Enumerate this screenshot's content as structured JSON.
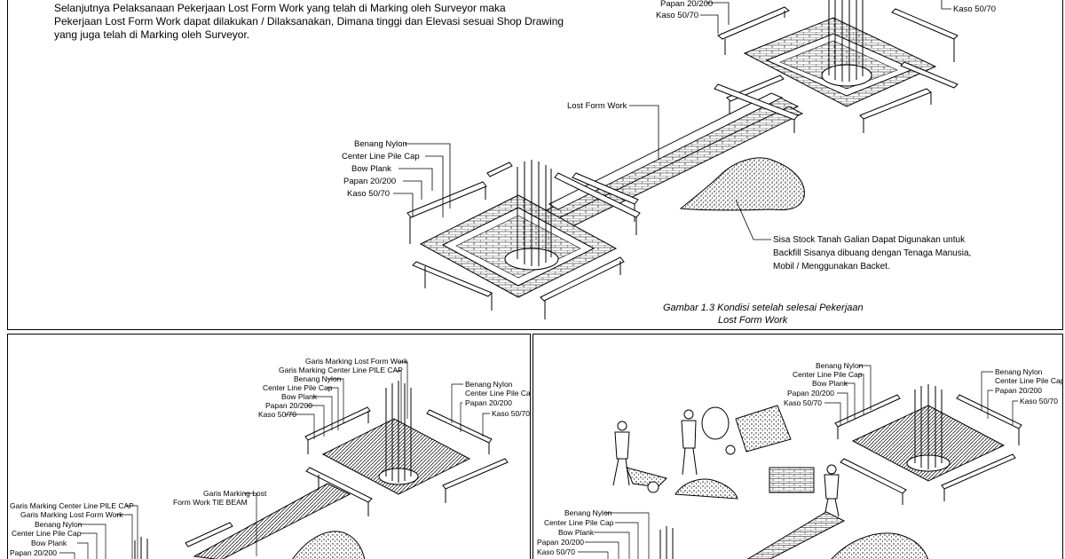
{
  "intro": {
    "line1": "Selanjutnya Pelaksanaan Pekerjaan Lost Form Work yang telah di Marking oleh Surveyor maka",
    "line2": "Pekerjaan Lost Form Work dapat dilakukan / Dilaksanakan, Dimana tinggi dan Elevasi sesuai Shop Drawing",
    "line3": "yang juga telah di Marking oleh Surveyor."
  },
  "top": {
    "tr_labels": [
      "Papan 20/200",
      "Kaso 50/70"
    ],
    "tr_right_label": "Kaso 50/70",
    "lost_form_work": "Lost Form Work",
    "left_labels": [
      "Benang Nylon",
      "Center Line Pile Cap",
      "Bow Plank",
      "Papan 20/200",
      "Kaso 50/70"
    ],
    "soil_note": [
      "Sisa Stock Tanah Galian Dapat Digunakan untuk",
      "Backfill Sisanya dibuang dengan Tenaga Manusia,",
      "Mobil / Menggunakan Backet."
    ],
    "caption": [
      "Gambar 1.3 Kondisi setelah selesai Pekerjaan",
      "Lost Form Work"
    ]
  },
  "bottom_left": {
    "top_labels": [
      "Garis Marking Lost Form Work",
      "Garis Marking Center Line PILE CAP",
      "Benang Nylon",
      "Center Line Pile Cap",
      "Bow Plank",
      "Papan 20/200",
      "Kaso 50/70"
    ],
    "right_labels": [
      "Benang Nylon",
      "Center Line Pile Cap",
      "Papan 20/200",
      "Kaso 50/70"
    ],
    "tie_beam_label": [
      "Garis Marking Lost",
      "Form Work TIE BEAM"
    ],
    "left_labels": [
      "Garis Marking Center Line PILE CAP",
      "Garis Marking Lost Form Work",
      "Benang Nylon",
      "Center Line Pile Cap",
      "Bow Plank",
      "Papan 20/200"
    ]
  },
  "bottom_right": {
    "top_labels": [
      "Benang Nylon",
      "Center Line Pile Cap",
      "Bow Plank",
      "Papan 20/200",
      "Kaso 50/70"
    ],
    "right_labels": [
      "Benang Nylon",
      "Center Line Pile Cap",
      "Papan 20/200",
      "Kaso 50/70"
    ],
    "lower_labels": [
      "Benang Nylon",
      "Center Line Pile Cap",
      "Bow Plank",
      "Papan 20/200",
      "Kaso 50/70"
    ]
  }
}
